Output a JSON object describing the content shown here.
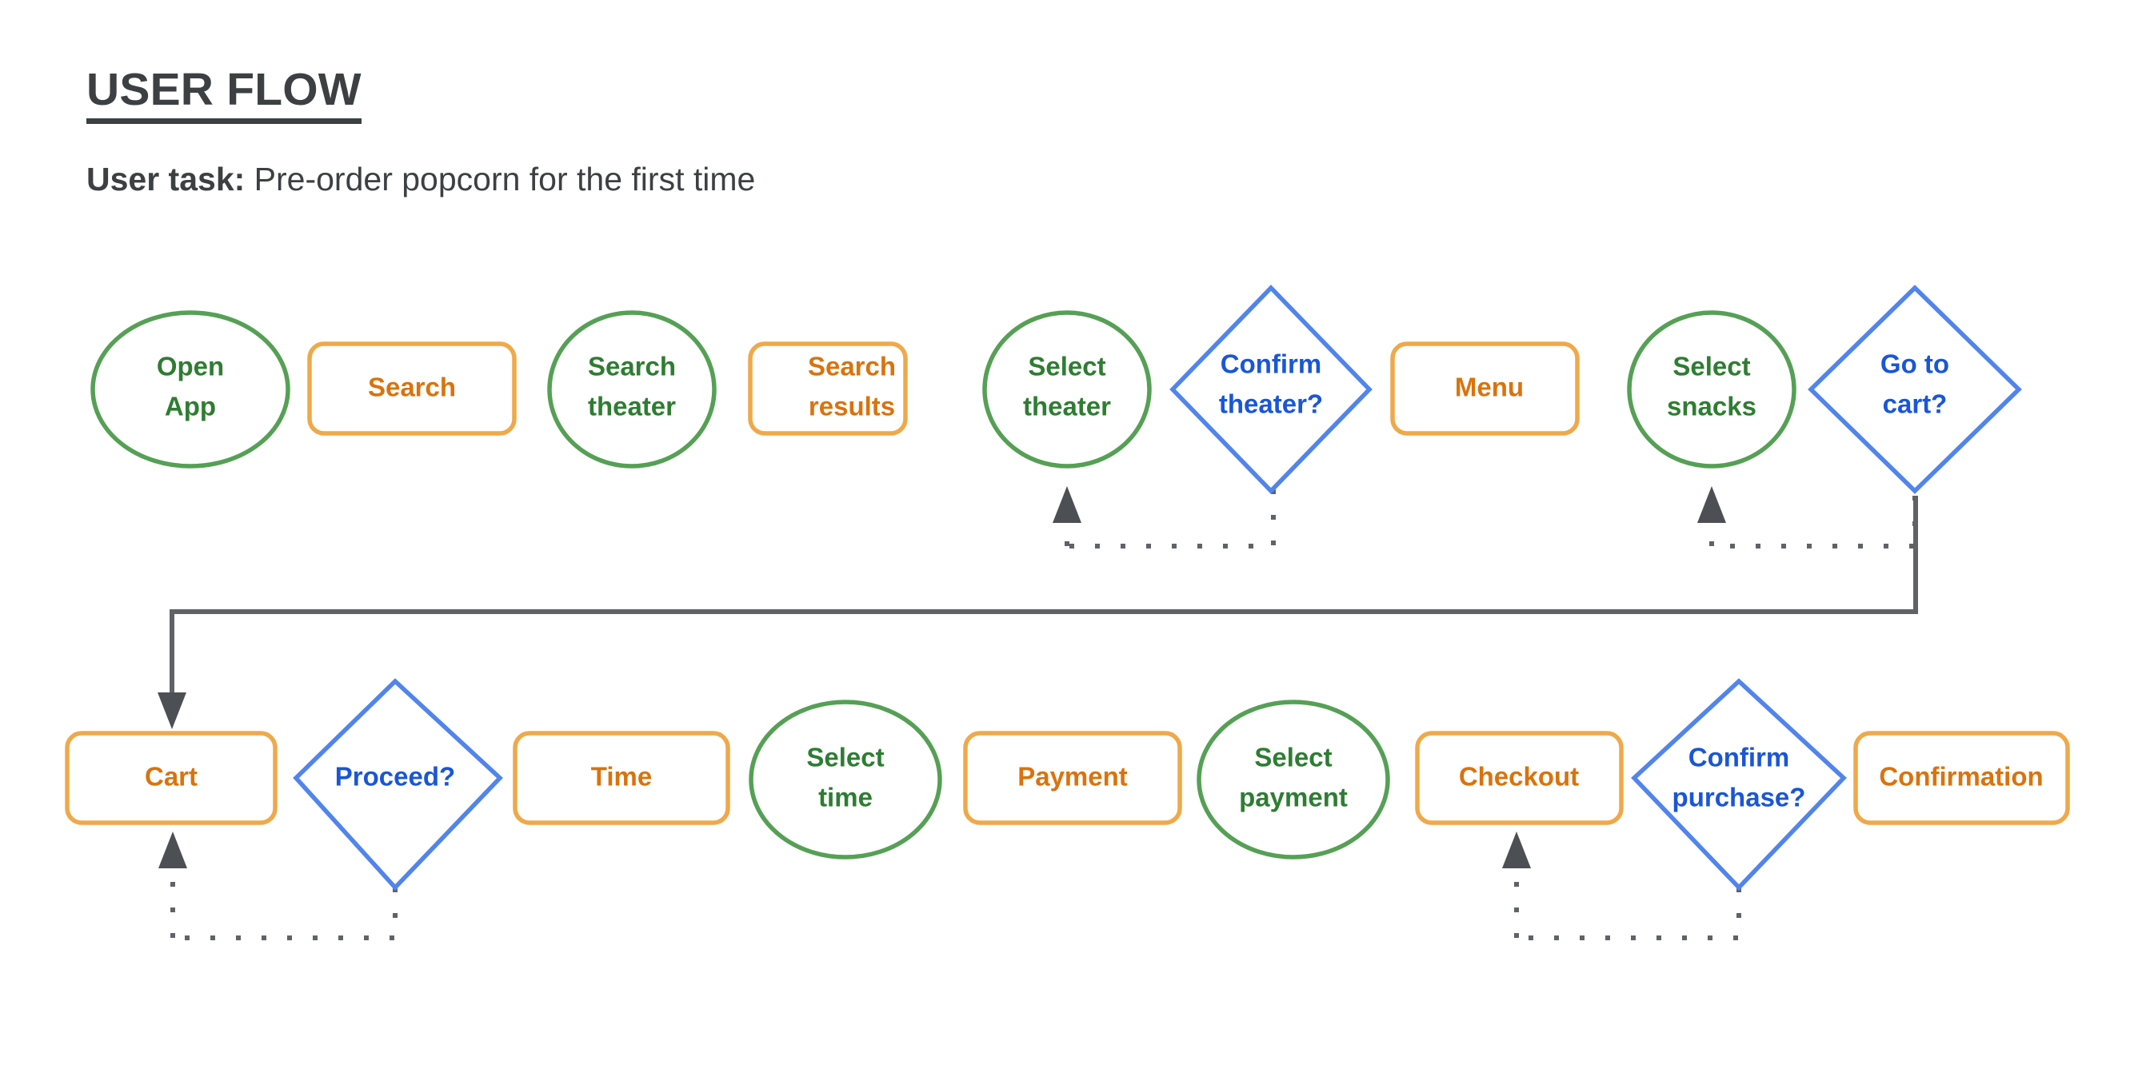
{
  "header": {
    "title": "USER FLOW",
    "task_lead": "User task:",
    "task_text": " Pre-order popcorn for the first time"
  },
  "colors": {
    "circle_stroke": "#55A055",
    "circle_text": "#2E7D32",
    "rect_stroke": "#EFA94A",
    "rect_text": "#D9730D",
    "diamond_stroke": "#5184EC",
    "diamond_text": "#1A56D6",
    "connector": "#5F6368",
    "text_dark": "#3C4043"
  },
  "flow": {
    "row1": [
      {
        "id": "open-app",
        "shape": "circle",
        "lines": [
          "Open",
          "App"
        ]
      },
      {
        "id": "search",
        "shape": "rect",
        "lines": [
          "Search"
        ]
      },
      {
        "id": "search-theater",
        "shape": "circle",
        "lines": [
          "Search",
          "theater"
        ]
      },
      {
        "id": "search-results",
        "shape": "rect",
        "lines": [
          "Search",
          "results"
        ]
      },
      {
        "id": "select-theater",
        "shape": "circle",
        "lines": [
          "Select",
          "theater"
        ]
      },
      {
        "id": "confirm-theater",
        "shape": "diamond",
        "lines": [
          "Confirm",
          "theater?"
        ]
      },
      {
        "id": "menu",
        "shape": "rect",
        "lines": [
          "Menu"
        ]
      },
      {
        "id": "select-snacks",
        "shape": "circle",
        "lines": [
          "Select",
          "snacks"
        ]
      },
      {
        "id": "go-to-cart",
        "shape": "diamond",
        "lines": [
          "Go to",
          "cart?"
        ]
      }
    ],
    "row2": [
      {
        "id": "cart",
        "shape": "rect",
        "lines": [
          "Cart"
        ]
      },
      {
        "id": "proceed",
        "shape": "diamond",
        "lines": [
          "Proceed?"
        ]
      },
      {
        "id": "time",
        "shape": "rect",
        "lines": [
          "Time"
        ]
      },
      {
        "id": "select-time",
        "shape": "circle",
        "lines": [
          "Select",
          "time"
        ]
      },
      {
        "id": "payment",
        "shape": "rect",
        "lines": [
          "Payment"
        ]
      },
      {
        "id": "select-payment",
        "shape": "circle",
        "lines": [
          "Select",
          "payment"
        ]
      },
      {
        "id": "checkout",
        "shape": "rect",
        "lines": [
          "Checkout"
        ]
      },
      {
        "id": "confirm-purchase",
        "shape": "diamond",
        "lines": [
          "Confirm",
          "purchase?"
        ]
      },
      {
        "id": "confirmation",
        "shape": "rect",
        "lines": [
          "Confirmation"
        ]
      }
    ],
    "connectors": [
      {
        "id": "go-to-cart-to-cart",
        "style": "solid",
        "from": "go-to-cart",
        "to": "cart"
      },
      {
        "id": "confirm-theater-to-select-theater",
        "style": "dotted",
        "from": "confirm-theater",
        "to": "select-theater"
      },
      {
        "id": "go-to-cart-to-select-snacks",
        "style": "dotted",
        "from": "go-to-cart",
        "to": "select-snacks"
      },
      {
        "id": "proceed-to-cart",
        "style": "dotted",
        "from": "proceed",
        "to": "cart"
      },
      {
        "id": "confirm-purchase-to-checkout",
        "style": "dotted",
        "from": "confirm-purchase",
        "to": "checkout"
      }
    ]
  }
}
